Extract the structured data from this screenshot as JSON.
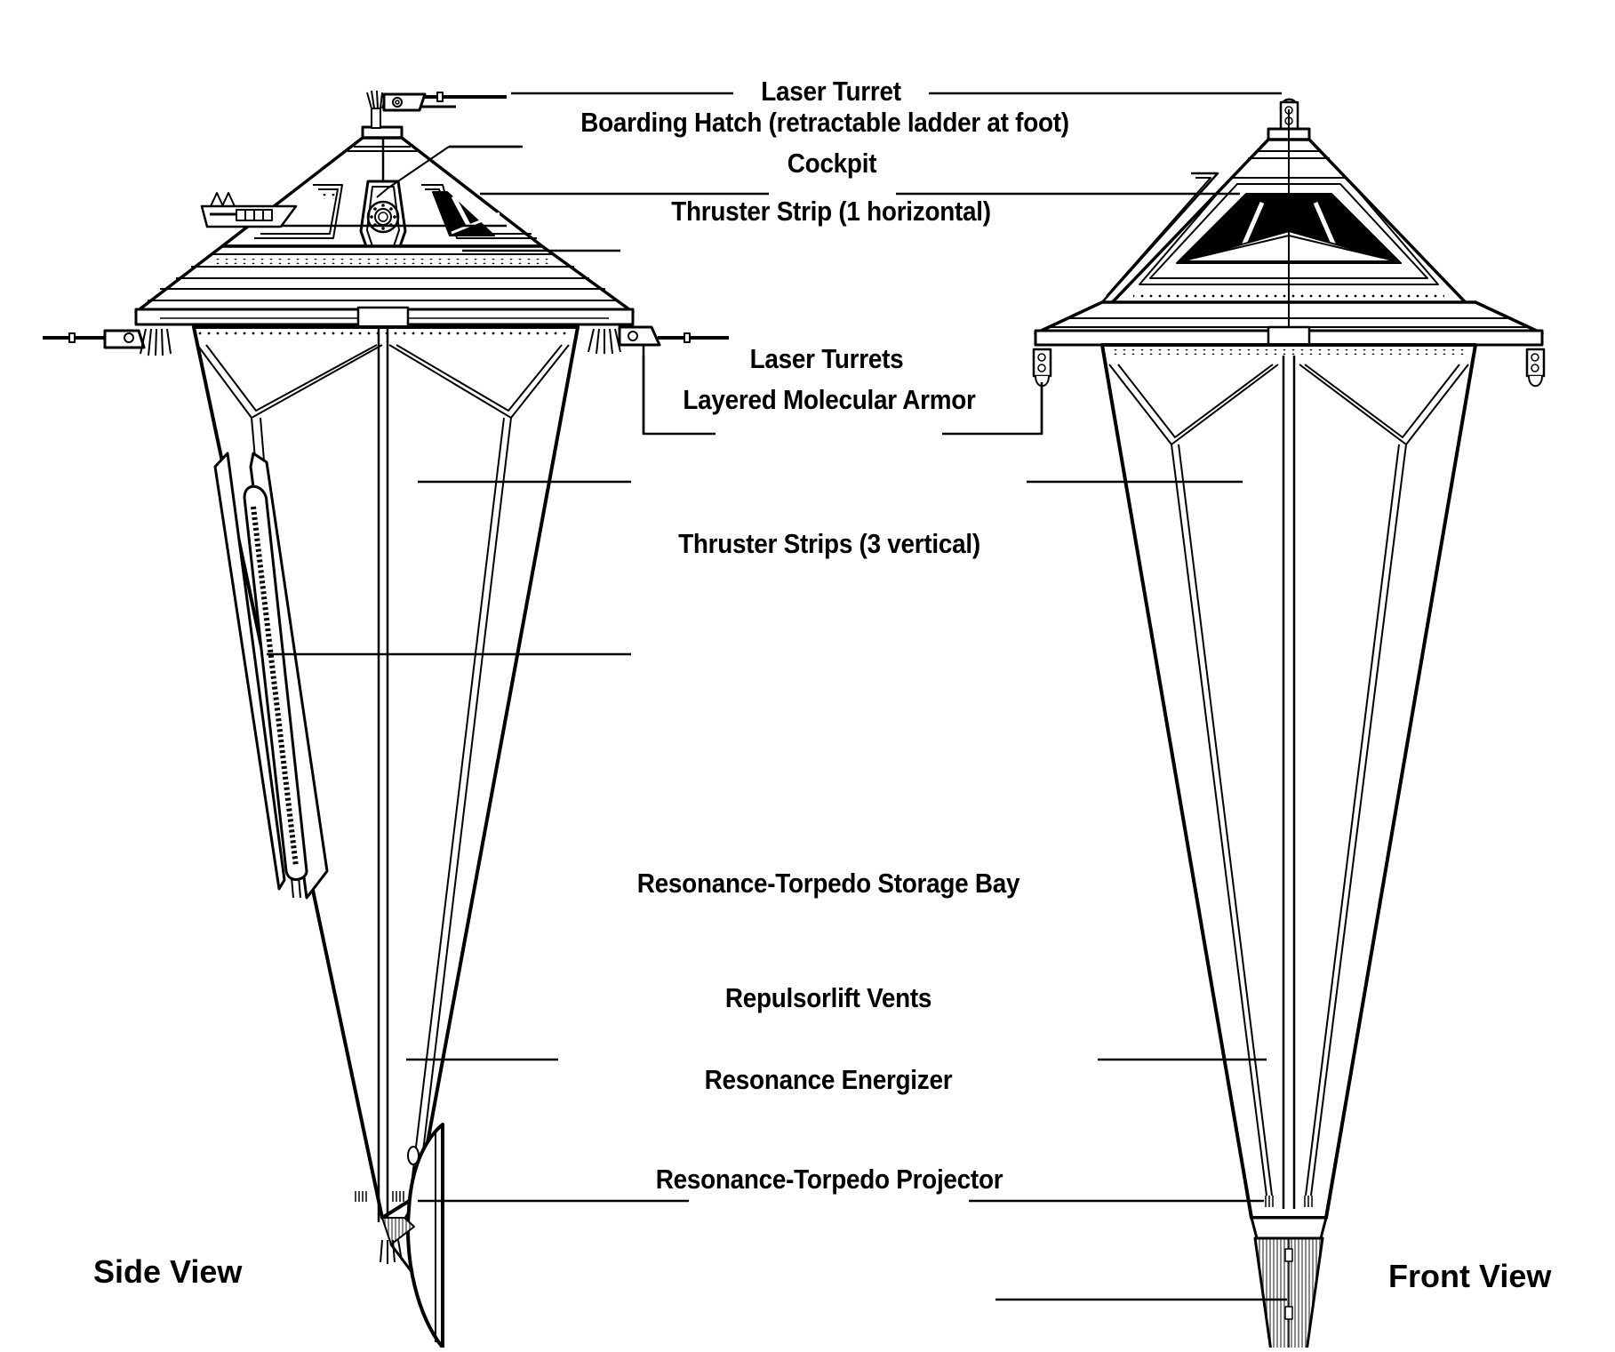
{
  "diagram": {
    "subject": "Resonance-torpedo armed conical vessel, side and front orthographic views",
    "views": {
      "side": {
        "title": "Side View"
      },
      "front": {
        "title": "Front View"
      }
    },
    "callouts": [
      {
        "id": "laser-turret",
        "text": "Laser Turret",
        "points_to": [
          "side",
          "front"
        ]
      },
      {
        "id": "boarding-hatch",
        "text": "Boarding Hatch (retractable ladder at foot)",
        "points_to": [
          "side"
        ]
      },
      {
        "id": "cockpit",
        "text": "Cockpit",
        "points_to": [
          "side",
          "front"
        ]
      },
      {
        "id": "thruster-strip-horizontal",
        "text": "Thruster Strip (1 horizontal)",
        "points_to": [
          "side"
        ]
      },
      {
        "id": "laser-turrets",
        "text": "Laser Turrets",
        "points_to": [
          "side",
          "front"
        ]
      },
      {
        "id": "layered-molecular-armor",
        "text": "Layered Molecular Armor",
        "points_to": [
          "side",
          "front"
        ]
      },
      {
        "id": "thruster-strips-vertical",
        "text": "Thruster Strips (3 vertical)",
        "points_to": [
          "side"
        ]
      },
      {
        "id": "torpedo-storage-bay",
        "text": "Resonance-Torpedo Storage Bay",
        "points_to": [
          "side",
          "front"
        ]
      },
      {
        "id": "repulsorlift-vents",
        "text": "Repulsorlift Vents",
        "points_to": [
          "side",
          "front"
        ]
      },
      {
        "id": "resonance-energizer",
        "text": "Resonance Energizer",
        "points_to": [
          "front"
        ]
      },
      {
        "id": "torpedo-projector",
        "text": "Resonance-Torpedo Projector",
        "points_to": [
          "side",
          "front"
        ]
      }
    ],
    "colors": {
      "ink": "#000000",
      "paper": "#ffffff",
      "shade": "#9a9a9a"
    }
  }
}
